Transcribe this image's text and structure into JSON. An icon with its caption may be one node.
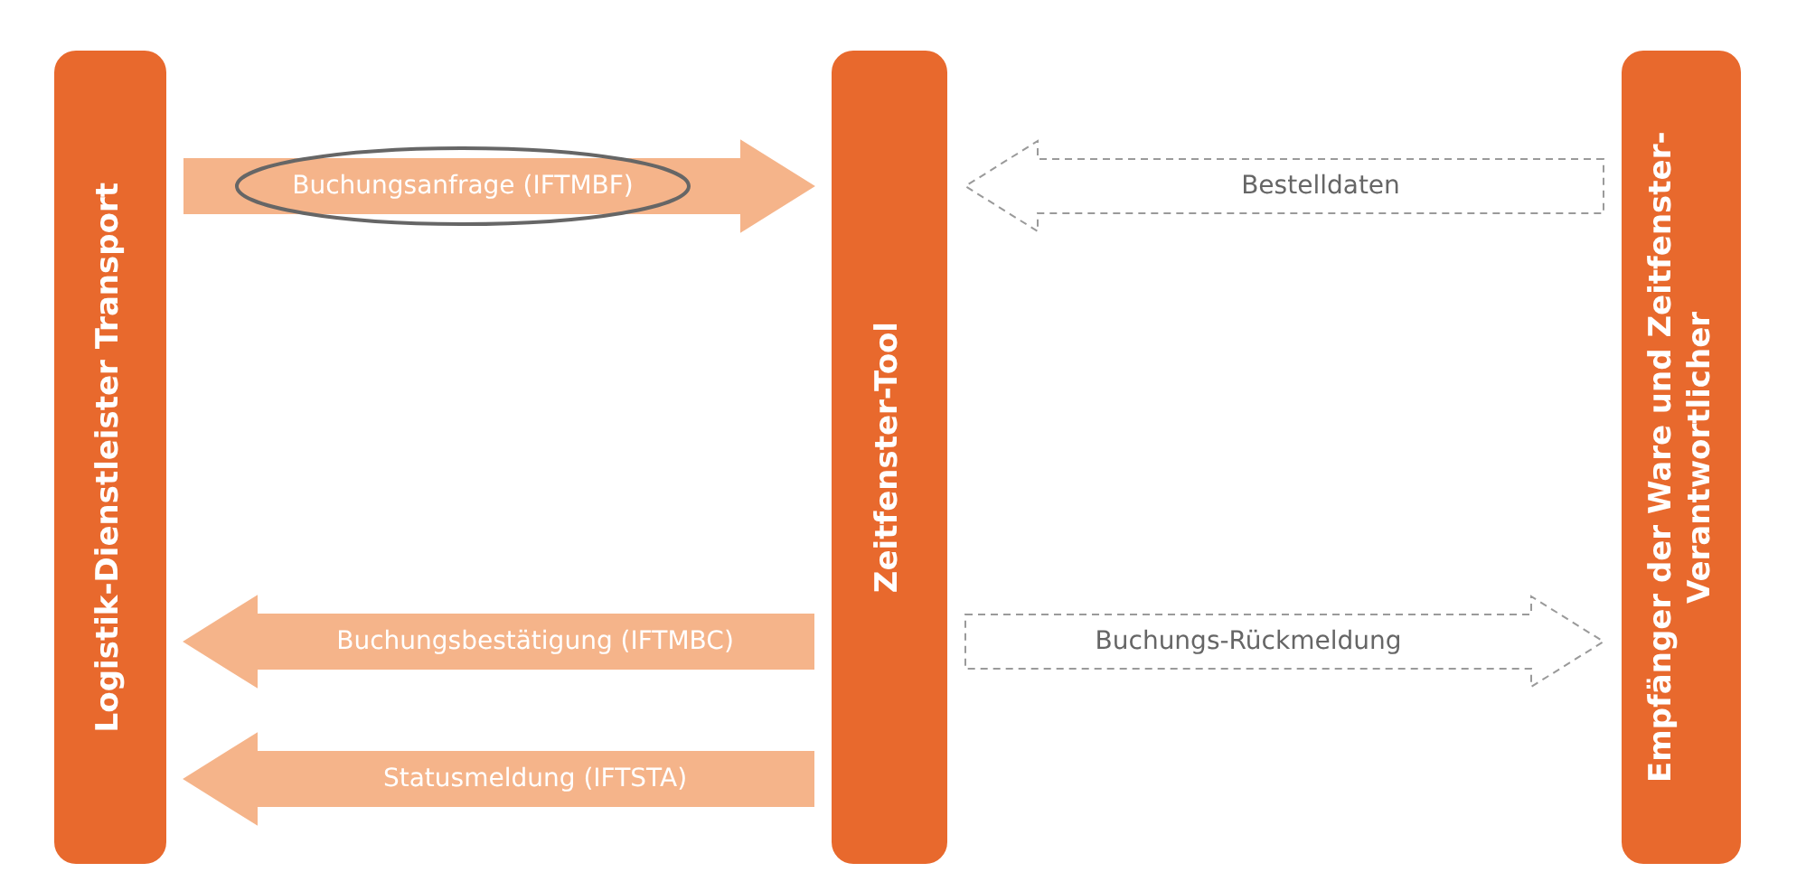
{
  "diagram": {
    "nodes": [
      {
        "text": [
          "Logistik-Dienstleister Transport"
        ]
      },
      {
        "text": [
          "Zeitfenster-Tool"
        ]
      },
      {
        "text": [
          "Empfänger der Ware und Zeitfenster-Verantwortlicher"
        ]
      }
    ],
    "edges": [
      {
        "from": 0,
        "to": 1,
        "arrow": "to",
        "label": "Buchungsanfrage (IFTMBF)"
      },
      {
        "from": 2,
        "to": 1,
        "arrow": "to",
        "label": "Bestelldaten",
        "style": "dashed",
        "color": "#9a9a9a"
      },
      {
        "from": 1,
        "to": 0,
        "arrow": "to",
        "label": "Buchungsbestätigung (IFTMBC)"
      },
      {
        "from": 1,
        "to": 2,
        "arrow": "to",
        "label": "Buchungs-Rückmeldung",
        "style": "dashed",
        "color": "#9a9a9a"
      },
      {
        "from": 1,
        "to": 0,
        "arrow": "to",
        "label": "Statusmeldung (IFTSTA)"
      }
    ]
  }
}
